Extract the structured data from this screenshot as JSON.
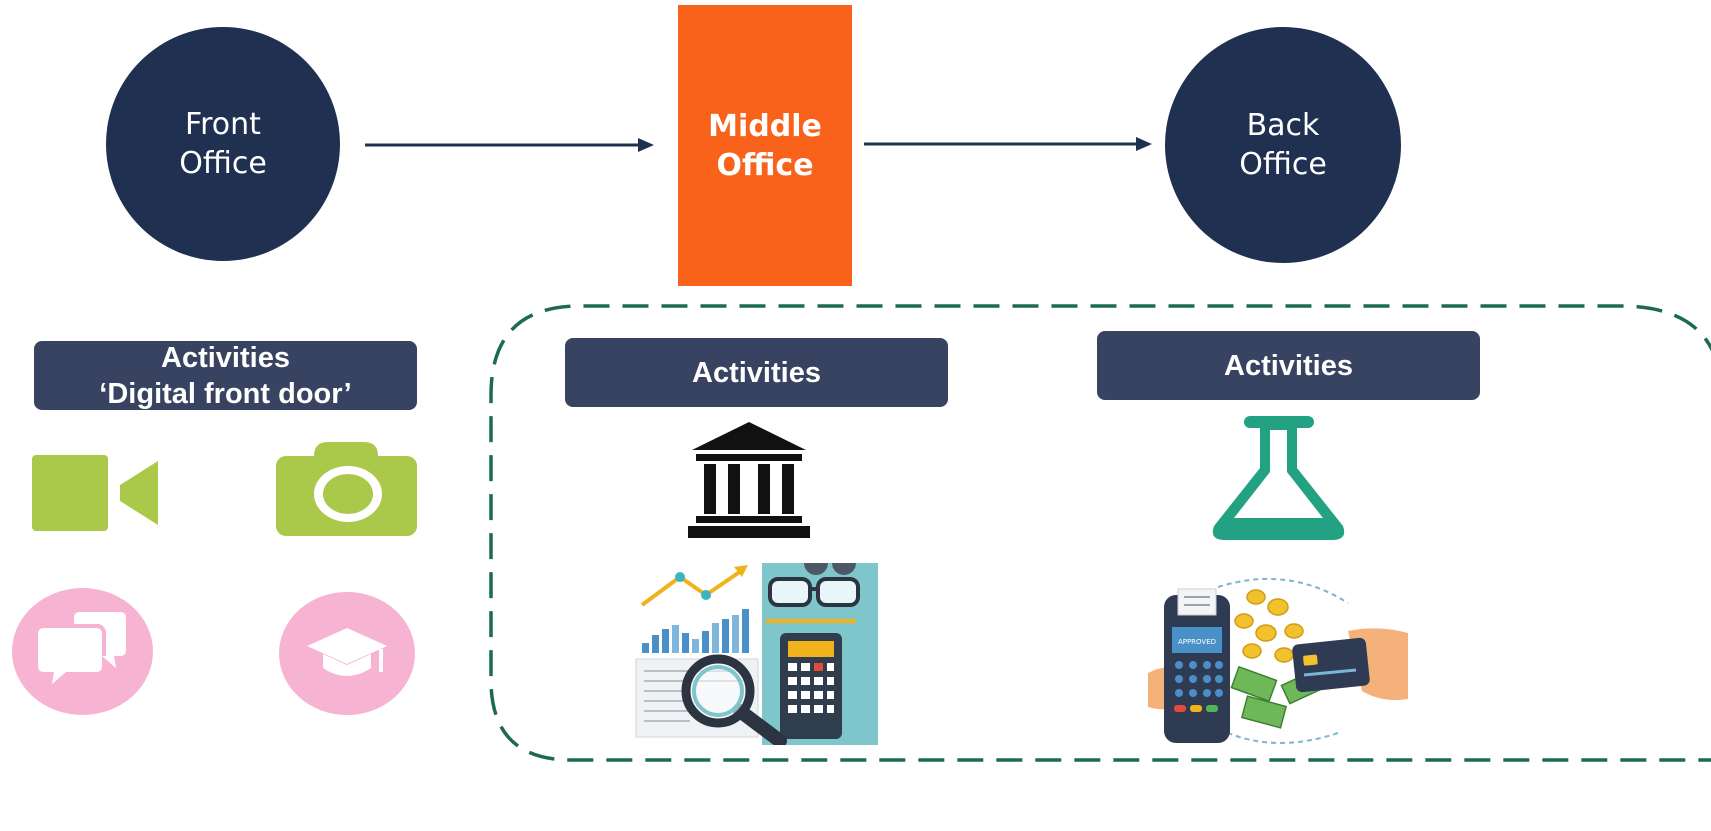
{
  "nodes": {
    "front": {
      "line1": "Front",
      "line2": "Office"
    },
    "middle": {
      "line1": "Middle",
      "line2": "Office"
    },
    "back": {
      "line1": "Back",
      "line2": "Office"
    }
  },
  "activities": {
    "front": {
      "line1": "Activities",
      "line2": "‘Digital front door’"
    },
    "middle": {
      "label": "Activities"
    },
    "back": {
      "label": "Activities"
    }
  },
  "payment_image": {
    "terminal_text": "APPROVED"
  },
  "icons": {
    "front": [
      "video-camera-icon",
      "photo-camera-icon",
      "chat-bubbles-icon",
      "graduation-cap-icon"
    ],
    "middle": [
      "bank-building-icon",
      "financial-analysis-illustration"
    ],
    "back": [
      "lab-flask-icon",
      "card-payment-illustration"
    ]
  },
  "colors": {
    "node_dark": "#1f3050",
    "middle_orange": "#f8621a",
    "activity_box": "#374360",
    "icon_green": "#aac94a",
    "icon_pink": "#f6b3d2",
    "flask_teal": "#22a283",
    "dashed_border": "#1d6b4f"
  }
}
